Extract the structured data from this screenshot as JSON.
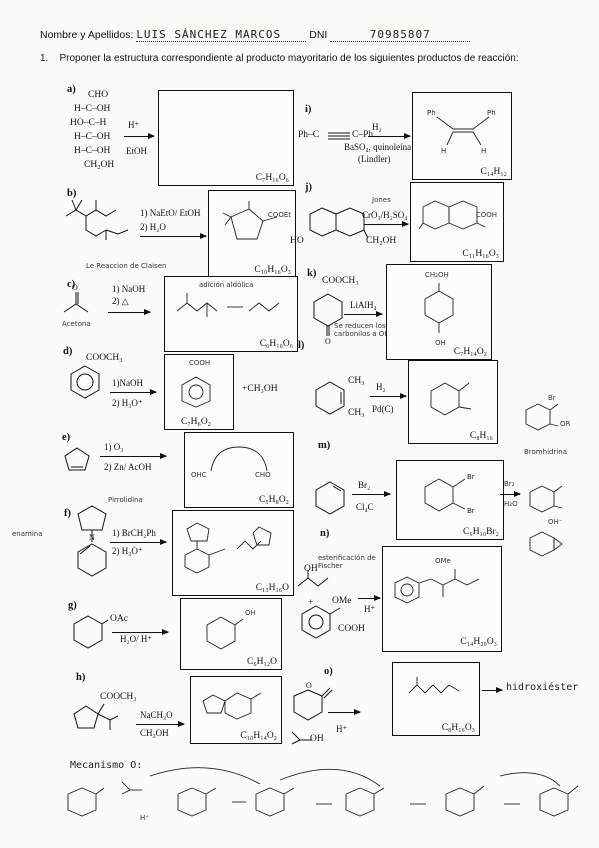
{
  "header": {
    "name_label": "Nombre y Apellidos:",
    "name_value": "LUIS SÁNCHEZ MARCOS",
    "dni_label": "DNI",
    "dni_value": "70985807"
  },
  "question": {
    "number": "1.",
    "text": "Proponer la estructura correspondiente al producto mayoritario de los siguientes productos de reacción:"
  },
  "problems": {
    "a": {
      "label": "a)",
      "reagent1": "H⁺",
      "reagent2": "EtOH",
      "formula": "C₇H₁₆O₆",
      "chain": [
        "CHO",
        "H–C–OH",
        "HO–C–H",
        "H–C–OH",
        "H–C–OH",
        "CH₂OH"
      ]
    },
    "b": {
      "label": "b)",
      "reagent1": "1) NaEtO/ EtOH",
      "reagent2": "2) H₂O",
      "formula": "C₁₀H₁₆O₃",
      "note": "Le Reaccion de Claisen",
      "product_note": "COOEt"
    },
    "c": {
      "label": "c)",
      "reagent1": "1) NaOH",
      "reagent2": "2) △",
      "formula": "C₆H₁₀O₆",
      "note": "Acetona",
      "product_note": "adición aldólica"
    },
    "d": {
      "label": "d)",
      "start_group": "COOCH₃",
      "reagent1": "1)NaOH",
      "reagent2": "2) H₃O⁺",
      "byproduct": "+CH₃OH",
      "formula": "C₇H₆O₂",
      "product_note": "COOH"
    },
    "e": {
      "label": "e)",
      "reagent1": "1) O₃",
      "reagent2": "2) Zn/ AcOH",
      "formula": "C₅H₈O₂",
      "product_left": "OHC",
      "product_right": "CHO"
    },
    "f": {
      "label": "f)",
      "reagent1": "1) BrCH₂Ph",
      "reagent2": "2) H₃O⁺",
      "formula": "C₁₃H₁₆O",
      "note_left": "enamina",
      "note_top": "Pirrolidina"
    },
    "g": {
      "label": "g)",
      "start_group": "OAc",
      "reagent": "H₂O/ H⁺",
      "formula": "C₆H₁₂O",
      "product_note": "OH"
    },
    "h": {
      "label": "h)",
      "start_group": "COOCH₃",
      "reagent1": "NaCH₃O",
      "reagent2": "CH₃OH",
      "formula": "C₁₀H₁₄O₂"
    },
    "i": {
      "label": "i)",
      "left": "Ph–C",
      "right": "C–Ph",
      "reagent1": "H₂",
      "reagent2": "BaSO₄, quinoleína",
      "reagent3": "(Lindler)",
      "formula": "C₁₄H₁₂"
    },
    "j": {
      "label": "j)",
      "substituent1": "HO",
      "substituent2": "CH₂OH",
      "reagent": "CrO₃/H₂SO₄",
      "formula": "C₁₁H₁₆O₃",
      "note": "Jones",
      "product_note": "COOH"
    },
    "k": {
      "label": "k)",
      "start_group": "COOCH₃",
      "reagent": "LiAlH₄",
      "formula": "C₇H₁₄O₂",
      "note": "Se reducen los carbonilos a OH",
      "product_top": "CH₂OH",
      "product_bottom": "OH"
    },
    "l": {
      "label": "l)",
      "sub1": "CH₃",
      "sub2": "CH₃",
      "reagent1": "H₂",
      "reagent2": "Pd(C)",
      "formula": "C₈H₁₆"
    },
    "m": {
      "label": "m)",
      "reagent1": "Br₂",
      "reagent2": "Cl₄C",
      "formula": "C₆H₁₀Br₂",
      "side_notes": [
        "Br",
        "OR",
        "Bromhidrina",
        "Br₂",
        "H₂O",
        "OH⁻"
      ]
    },
    "n": {
      "label": "n)",
      "sub1": "OH",
      "sub2": "OMe",
      "acid": "COOH",
      "reagent": "H⁺",
      "formula": "C₁₄H₂₀O₃",
      "note": "esterificación de Fischer",
      "product_note": "OMe"
    },
    "o": {
      "label": "o)",
      "reagent": "H⁺",
      "alcohol": "OH",
      "formula": "C₈H₁₆O₃",
      "note": "hidroxiéster"
    }
  },
  "mechanism": {
    "label": "Mecanismo O:",
    "text": "H⁺"
  }
}
